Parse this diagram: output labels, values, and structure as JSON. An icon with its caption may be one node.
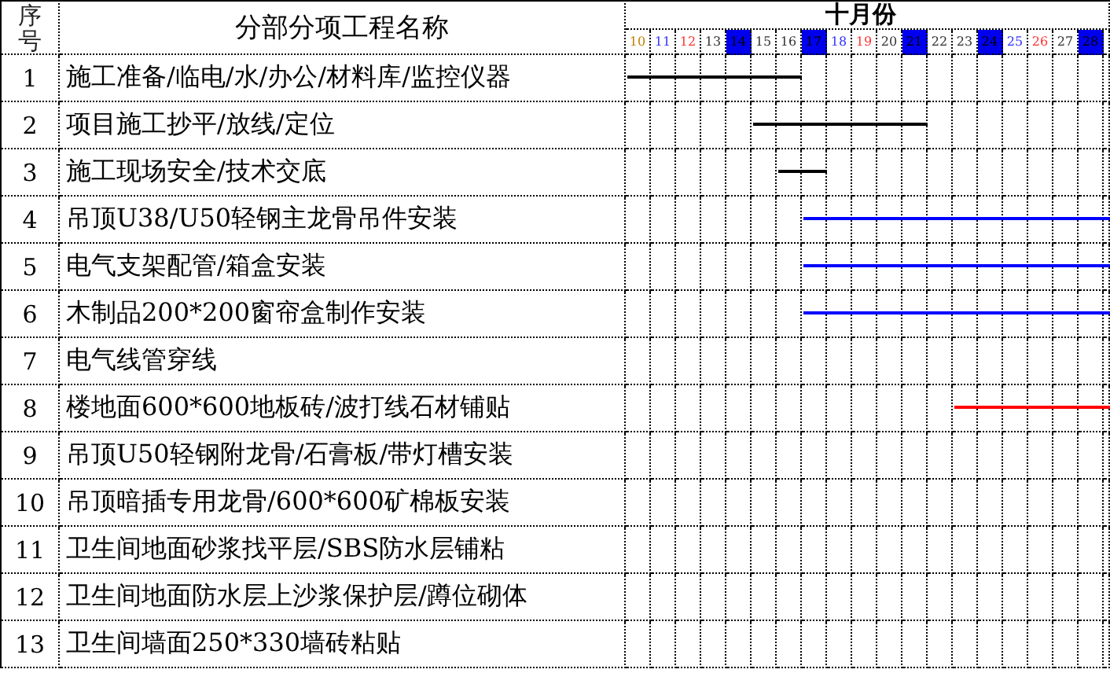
{
  "diagram": {
    "nodes": [
      {
        "text": [],
        "shape": "bar"
      },
      {
        "text": [],
        "shape": "bar"
      },
      {
        "text": [],
        "shape": "bar"
      },
      {
        "text": [],
        "shape": "bar"
      },
      {
        "text": [],
        "shape": "bar"
      },
      {
        "text": [],
        "shape": "bar"
      },
      {
        "text": [],
        "shape": "bar"
      }
    ],
    "labels": [
      "序号",
      "分部分项工程名称",
      "十月份",
      "10",
      "11",
      "12",
      "13",
      "14",
      "15",
      "16",
      "17",
      "18",
      "19",
      "20",
      "21",
      "22",
      "23",
      "24",
      "25",
      "26",
      "27",
      "28",
      "1",
      "施工准备/临电/水/办公/材料库/监控仪器",
      "2",
      "项目施工抄平/放线/定位",
      "3",
      "施工现场安全/技术交底",
      "4",
      "吊顶U38/U50轻钢主龙骨吊件安装",
      "5",
      "电气支架配管/箱盒安装",
      "6",
      "木制品200*200窗帘盒制作安装",
      "7",
      "电气线管穿线",
      "8",
      "楼地面600*600地板砖/波打线石材铺贴",
      "9",
      "吊顶U50轻钢附龙骨/石膏板/带灯槽安装",
      "10",
      "吊顶暗插专用龙骨/600*600矿棉板安装",
      "11",
      "卫生间地面砂浆找平层/SBS防水层铺粘",
      "12",
      "卫生间地面防水层上沙浆保护层/蹲位砌体",
      "13",
      "卫生间墙面250*330墙砖粘贴"
    ]
  }
}
